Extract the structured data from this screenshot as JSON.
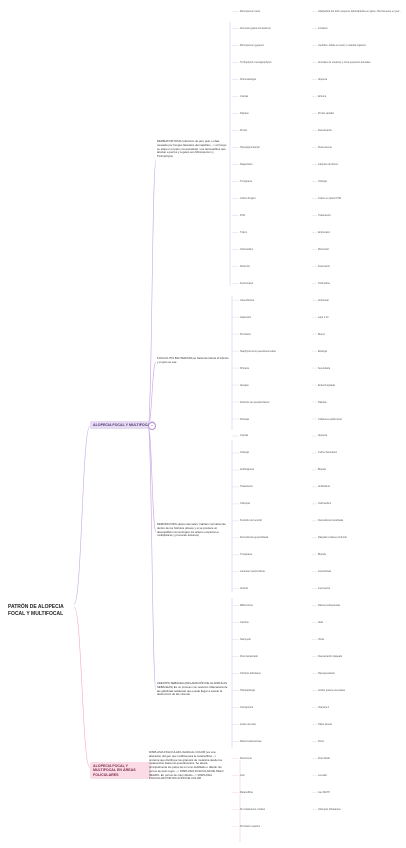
{
  "root": "PATRÓN DE ALOPECIA FOCAL Y MULTIFOCAL",
  "branches": [
    "ALOPECIA FOCAL Y MULTIFOCAL",
    "ALOPECIA FOCAL Y MULTIFOCAL EN ÁREAS FOLICULARES"
  ],
  "toggle": "−",
  "blocks": [
    "DERMATOFITOSIS (infección de piel, pelo o uñas causada por hongos llamados dermatofitos --> el hongo se aloja en el pelo y la queratina). Los dermatofitos que afectan a perros y a gatos son Microsporum y Trichophyton.",
    "FOLICULITIS BACTERIANA se bacteria infecta el folículo y el pelo se cae",
    "DEMODICOSIS (ácaro demodex, habitan normalmente dentro de los folículos pilosos y si se produce un desequilibrio inmunológico los ácaros empiezan a multiplicarse y provocan lesiones)",
    "ADENITIS SEBÁCEA (INFLAMACIÓN DE GLÁNDULAS SEBÁCEAS) Es un proceso con reacción inflamatoria de las glándulas sebáceas que puede llegar a causar la destrucción de las mismas",
    "DISPLASIA FOLICULAR LIGADA AL COLOR (es una alteración del gen que codifica para la melanofilina --> proteína que distribuye los gránulos de melanina desde los melanocitos hasta los queratinocitos. Se afecta principalmente los pelos de un tono debilitado o diluido. En perros de pelo negro --> DISPLASIA FOLICULAR DE PELO NEGRO. En perros de color diluido --> DISPLASIA FOLICULAR POR DILUCIÓN DE COLOR"
  ],
  "nodes": [
    "Microsporum canis",
    "Adaptado/a del felino (especie habitual/felina en gatos, tiña frecuente en perros)",
    "Zoonosis (gatos domésticos)",
    "Contacto",
    "Microsporum gypseum",
    "Geofílico: habita en suelo y material orgánico",
    "Trichophyton mentagrophytes",
    "Animales de roedores y otros pequeños animales",
    "Sintomatología",
    "Alopecia",
    "Costras",
    "Eritema",
    "Pápulas",
    "Prurito variable",
    "Prurito",
    "Descamación",
    "Hiperpigmentación",
    "Fluorescente",
    "Diagnóstico",
    "Lámpara de Wood",
    "Tricograma",
    "Citología",
    "Cultivo fúngico",
    "Cultivo en placa DTM",
    "PCR",
    "Tratamiento",
    "Tópico",
    "Enilconazol",
    "Clorhexidina",
    "Miconazol",
    "Sistémico",
    "Itraconazol",
    "Ketoconazol",
    "Terbinafina",
    "Griseofulvina",
    "Ambiental",
    "Aspiración",
    "Lejía 1:10",
    "Pronóstico",
    "Bueno",
    "Staphylococcus pseudintermedius",
    "Etiología",
    "Primaria",
    "Secundaria",
    "Alergias",
    "Endocrinopatías",
    "Defectos de queratinización",
    "Pápulas",
    "Pústulas",
    "Collaretes epidérmicos",
    "Costras",
    "Alopecia",
    "Citología",
    "Cultivo bacteriano",
    "Antibiograma",
    "Biopsia",
    "Tratamiento",
    "Antibióticos",
    "Champús",
    "Clorhexidina",
    "Peróxido de benzoilo",
    "Demodicosis localizada",
    "Demodicosis generalizada",
    "Raspado cutáneo profundo",
    "Tricograma",
    "Biopsia",
    "Lactonas macrocíclicas",
    "Isoxazolinas",
    "Amitraz",
    "Ivermectina",
    "Milbemicina",
    "Razas predispuestas",
    "Caniche",
    "Akita",
    "Samoyedo",
    "Vizsla",
    "Pelo deslustrado",
    "Descamación plateada",
    "Cilindros foliculares",
    "Hiperqueratosis",
    "Histopatología",
    "Ácidos grasos esenciales",
    "Ciclosporina",
    "Vitamina A",
    "Aceite de bebé",
    "Tallos pilosos",
    "Macromelanosomas",
    "Dorso",
    "Recurrente",
    "Pelo diluido",
    "Azul",
    "Leonado",
    "Melanofilina",
    "Gen MLPH",
    "Sin tratamiento curativo",
    "Champús hidratantes",
    "Pronóstico estético"
  ]
}
